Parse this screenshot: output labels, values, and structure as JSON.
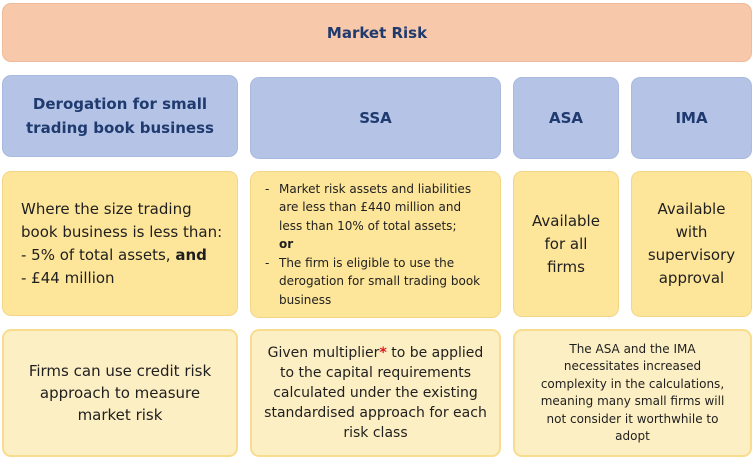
{
  "banner": {
    "title": "Market Risk"
  },
  "headers": {
    "derogation_line1": "Derogation for small",
    "derogation_line2": "trading book business",
    "ssa": "SSA",
    "asa": "ASA",
    "ima": "IMA"
  },
  "derogation_condition": {
    "line1": "Where the size trading",
    "line2": "book business is less than:",
    "line3_prefix": "- 5% of total assets,",
    "line3_bold": "and",
    "line4": "- £44 million"
  },
  "ssa_condition": {
    "item1_line1": "Market risk assets and liabilities",
    "item1_line2": "are less than £440 million and",
    "item1_line3": "less than 10% of total assets;",
    "or_label": "or",
    "item2_line1": "The firm is eligible to use the",
    "item2_line2": "derogation for small trading book",
    "item2_line3": "business"
  },
  "asa_condition": {
    "line1": "Available",
    "line2": "for all",
    "line3": "firms"
  },
  "ima_condition": {
    "line1": "Available",
    "line2": "with",
    "line3": "supervisory",
    "line4": "approval"
  },
  "derogation_note": {
    "line1": "Firms can use credit risk",
    "line2": "approach to measure",
    "line3": "market risk"
  },
  "ssa_note": {
    "line1_prefix": "Given multiplier",
    "asterisk": "*",
    "line1_suffix": " to be applied",
    "line2": "to the capital requirements",
    "line3": "calculated under the existing",
    "line4": "standardised approach for each",
    "line5": "risk class"
  },
  "asa_ima_note": {
    "line1": "The ASA and the IMA",
    "line2": "necessitates increased",
    "line3": "complexity in the calculations,",
    "line4": "meaning many small firms will",
    "line5": "not consider it worthwhile to",
    "line6": "adopt"
  },
  "colors": {
    "banner": "#f7c8a9",
    "header": "#b5c4e6",
    "condition": "#fde59a",
    "note": "#fdefc4",
    "title_text": "#1f3a6e",
    "asterisk": "#e1171e"
  }
}
